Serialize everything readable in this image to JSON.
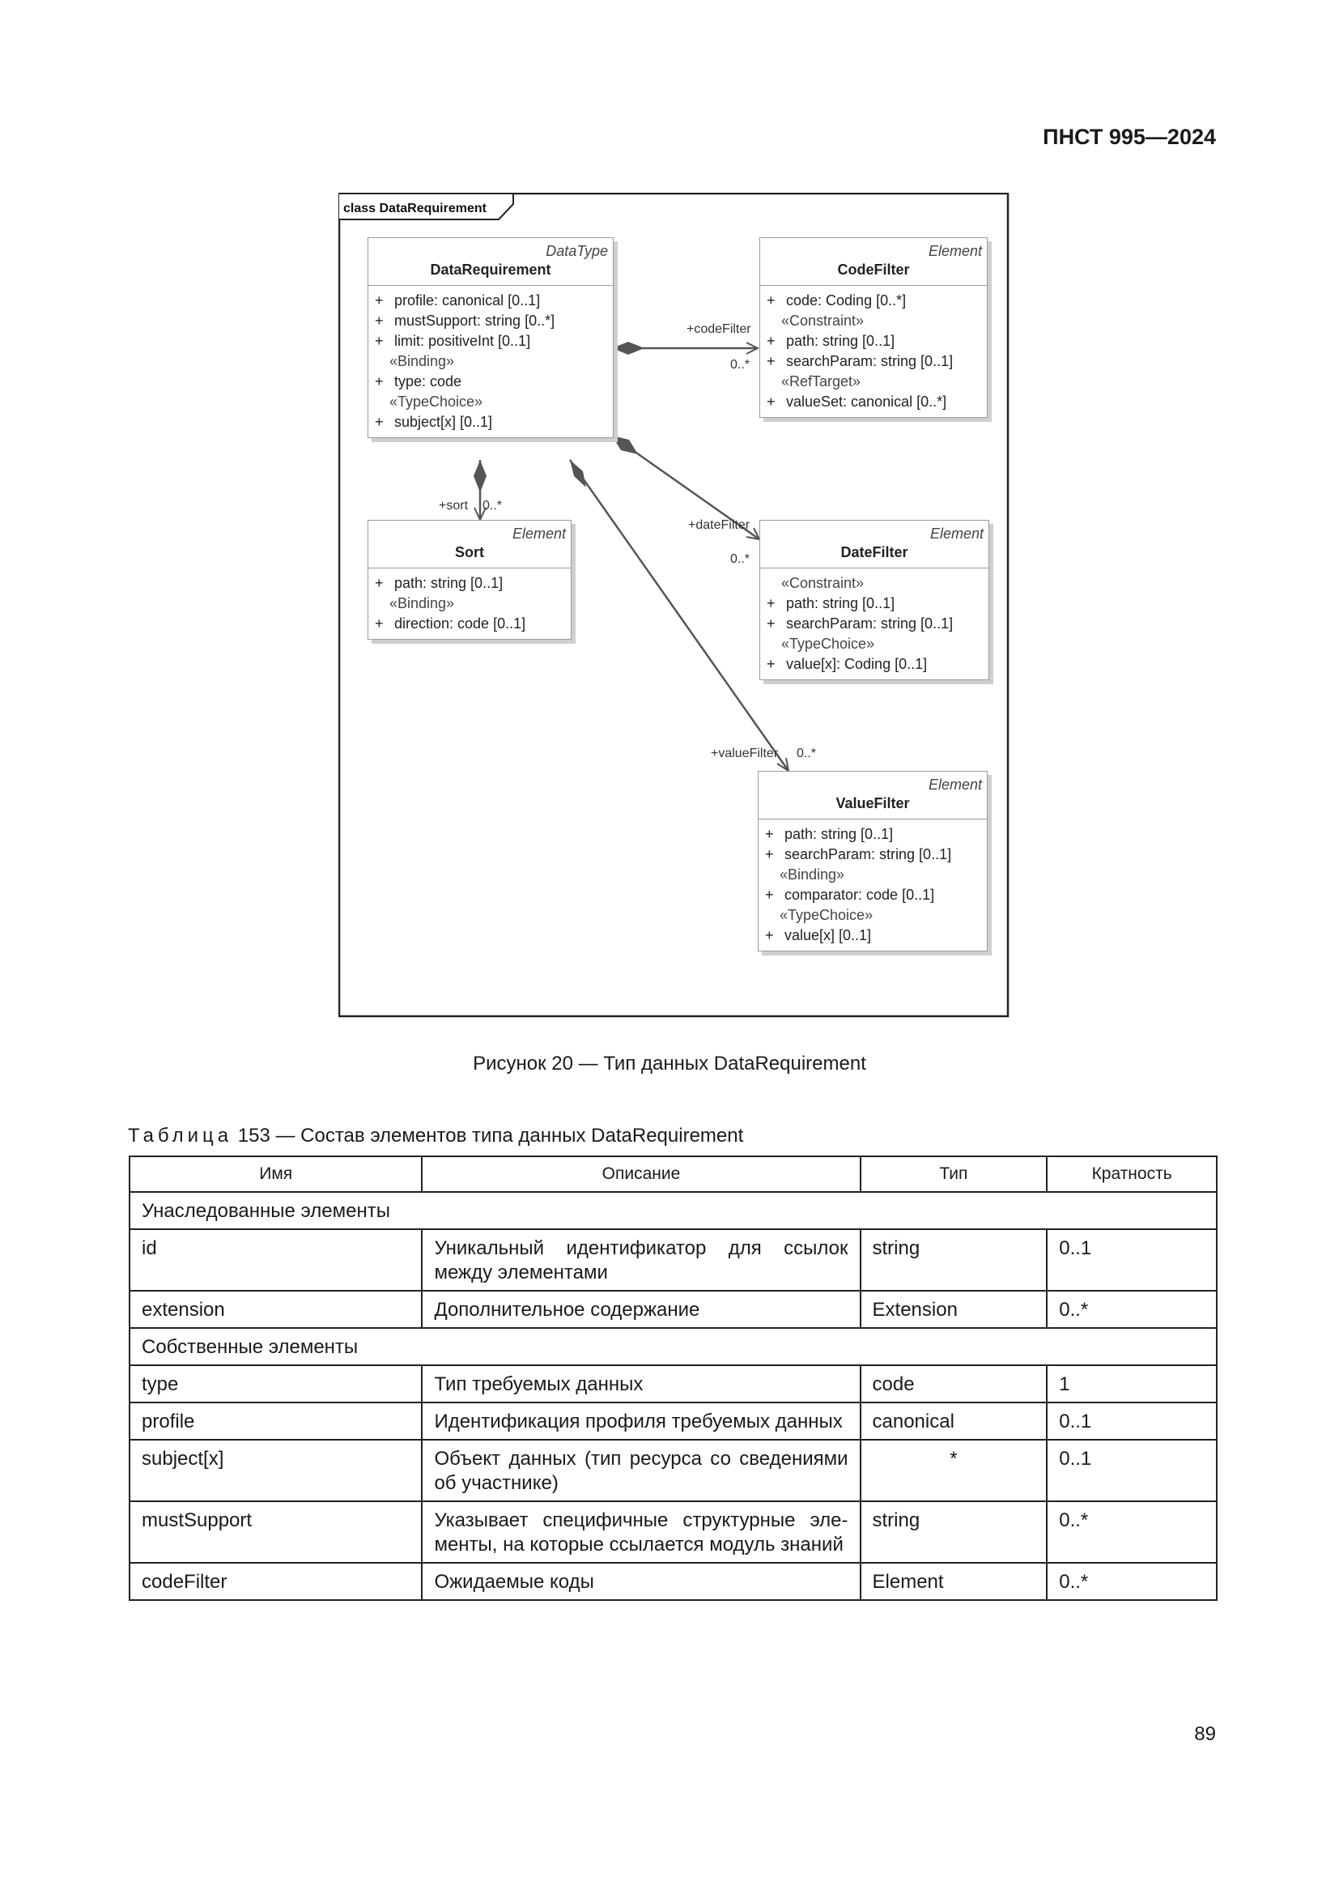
{
  "header": {
    "doc_id": "ПНСТ 995—2024"
  },
  "diagram": {
    "frame_label": "class DataRequirement",
    "classes": {
      "data_requirement": {
        "stereotype": "DataType",
        "name": "DataRequirement",
        "rows": [
          {
            "plus": "+",
            "text": "profile: canonical [0..1]"
          },
          {
            "plus": "+",
            "text": "mustSupport: string [0..*]"
          },
          {
            "plus": "+",
            "text": "limit: positiveInt [0..1]"
          },
          {
            "st": "«Binding»"
          },
          {
            "plus": "+",
            "text": "type: code"
          },
          {
            "st": "«TypeChoice»"
          },
          {
            "plus": "+",
            "text": "subject[x] [0..1]"
          }
        ]
      },
      "code_filter": {
        "stereotype": "Element",
        "name": "CodeFilter",
        "rows": [
          {
            "plus": "+",
            "text": "code: Coding [0..*]"
          },
          {
            "st": "«Constraint»"
          },
          {
            "plus": "+",
            "text": "path: string [0..1]"
          },
          {
            "plus": "+",
            "text": "searchParam: string [0..1]"
          },
          {
            "st": "«RefTarget»"
          },
          {
            "plus": "+",
            "text": "valueSet: canonical [0..*]"
          }
        ]
      },
      "sort": {
        "stereotype": "Element",
        "name": "Sort",
        "rows": [
          {
            "plus": "+",
            "text": "path: string [0..1]"
          },
          {
            "st": "«Binding»"
          },
          {
            "plus": "+",
            "text": "direction: code [0..1]"
          }
        ]
      },
      "date_filter": {
        "stereotype": "Element",
        "name": "DateFilter",
        "rows": [
          {
            "st": "«Constraint»"
          },
          {
            "plus": "+",
            "text": "path: string [0..1]"
          },
          {
            "plus": "+",
            "text": "searchParam: string [0..1]"
          },
          {
            "st": "«TypeChoice»"
          },
          {
            "plus": "+",
            "text": "value[x]: Coding [0..1]"
          }
        ]
      },
      "value_filter": {
        "stereotype": "Element",
        "name": "ValueFilter",
        "rows": [
          {
            "plus": "+",
            "text": "path: string [0..1]"
          },
          {
            "plus": "+",
            "text": "searchParam: string [0..1]"
          },
          {
            "st": "«Binding»"
          },
          {
            "plus": "+",
            "text": "comparator: code [0..1]"
          },
          {
            "st": "«TypeChoice»"
          },
          {
            "plus": "+",
            "text": "value[x] [0..1]"
          }
        ]
      }
    },
    "relations": {
      "code_filter_role": "+codeFilter",
      "code_filter_mult": "0..*",
      "sort_role": "+sort",
      "sort_mult": "0..*",
      "date_filter_role": "+dateFilter",
      "date_filter_mult": "0..*",
      "value_filter_role": "+valueFilter",
      "value_filter_mult": "0..*"
    }
  },
  "figure_caption": "Рисунок 20 — Тип данных DataRequirement",
  "table": {
    "title_spaced": "Таблица",
    "title_rest": " 153 — Состав элементов типа данных DataRequirement",
    "headers": [
      "Имя",
      "Описание",
      "Тип",
      "Кратность"
    ],
    "section_inherited": "Унаследованные элементы",
    "section_own": "Собственные элементы",
    "inherited_rows": [
      {
        "name": "id",
        "desc": "Уникальный идентификатор для ссылок между элементами",
        "type": "string",
        "card": "0..1"
      },
      {
        "name": "extension",
        "desc": "Дополнительное содержание",
        "type": "Extension",
        "card": "0..*"
      }
    ],
    "own_rows": [
      {
        "name": "type",
        "desc": "Тип требуемых данных",
        "type": "code",
        "card": "1"
      },
      {
        "name": "profile",
        "desc": "Идентификация профиля требуемых дан­ных",
        "type": "canonical",
        "card": "0..1"
      },
      {
        "name": "subject[x]",
        "desc": "Объект данных (тип ресурса со сведениями об участнике)",
        "type": "*",
        "card": "0..1"
      },
      {
        "name": "mustSupport",
        "desc": "Указывает специфичные структурные эле­менты, на которые ссылается модуль зна­ний",
        "type": "string",
        "card": "0..*"
      },
      {
        "name": "codeFilter",
        "desc": "Ожидаемые коды",
        "type": "Element",
        "card": "0..*"
      }
    ]
  },
  "page_number": "89"
}
